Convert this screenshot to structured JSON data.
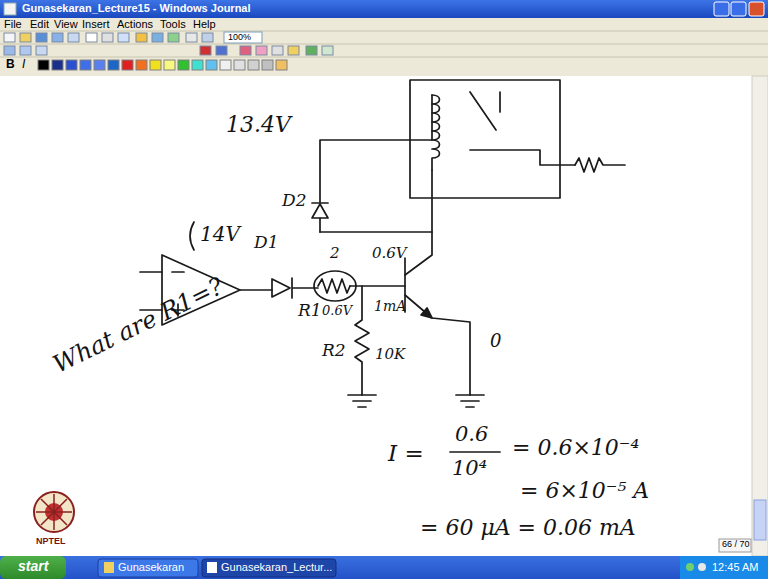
{
  "diagram": {
    "title": "Gunasekaran_Lecture15 - Windows Journal",
    "labels": [
      "File",
      "Edit",
      "View",
      "Insert",
      "Actions",
      "Tools",
      "Help",
      "100%",
      "B",
      "I",
      "13.4V",
      "D2",
      "14V",
      "D1",
      "2",
      "0.6V",
      "R1",
      "0.6V",
      "1mA",
      "R2",
      "10K",
      "0",
      "What are R1=?",
      "I =",
      "0.6",
      "10⁴",
      "= 0.6×10⁻⁴",
      "= 6×10⁻⁵ A",
      "= 60 μA = 0.06 mA",
      "NPTEL",
      "66 / 70",
      "start",
      "Gunasekaran",
      "Gunasekaran_Lectur...",
      "12:45 AM"
    ]
  }
}
